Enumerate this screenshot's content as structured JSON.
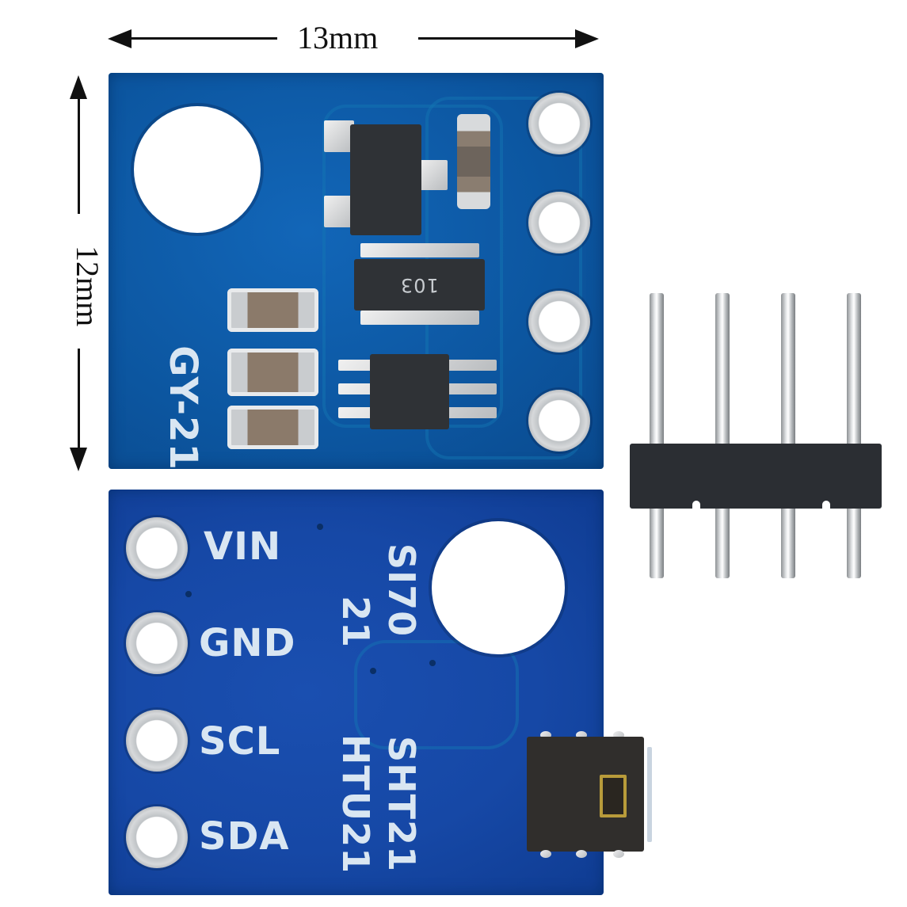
{
  "dimensions": {
    "width_label": "13mm",
    "height_label": "12mm",
    "width_arrow_icon": "double-headed-horizontal-arrow",
    "height_arrow_icon": "double-headed-vertical-arrow"
  },
  "top_board": {
    "silkscreen": "GY-21",
    "resistor_array_marking": "103",
    "pin_count": 4,
    "color": "#0d5aa6"
  },
  "bottom_board": {
    "pin_labels": [
      "VIN",
      "GND",
      "SCL",
      "SDA"
    ],
    "chip_labels": [
      "SI70",
      "21",
      "SHT21",
      "HTU21"
    ],
    "color": "#1648a6"
  },
  "pin_header": {
    "pin_count": 4,
    "body_color": "#2b2e33"
  }
}
